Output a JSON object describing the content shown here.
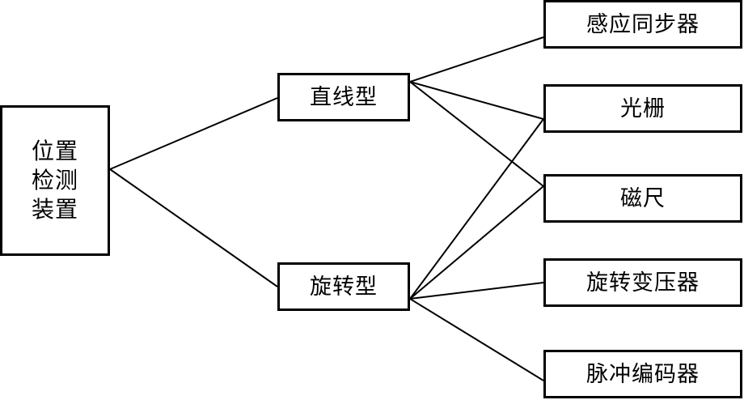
{
  "root": {
    "lines": [
      "位置",
      "检测",
      "装置"
    ]
  },
  "categories": {
    "linear": "直线型",
    "rotary": "旋转型"
  },
  "devices": [
    "感应同步器",
    "光栅",
    "磁尺",
    "旋转变压器",
    "脉冲编码器"
  ],
  "connections": [
    {
      "from": "root",
      "to": "linear"
    },
    {
      "from": "root",
      "to": "rotary"
    },
    {
      "from": "linear",
      "to": "感应同步器"
    },
    {
      "from": "linear",
      "to": "光栅"
    },
    {
      "from": "linear",
      "to": "磁尺"
    },
    {
      "from": "rotary",
      "to": "光栅"
    },
    {
      "from": "rotary",
      "to": "磁尺"
    },
    {
      "from": "rotary",
      "to": "旋转变压器"
    },
    {
      "from": "rotary",
      "to": "脉冲编码器"
    }
  ]
}
